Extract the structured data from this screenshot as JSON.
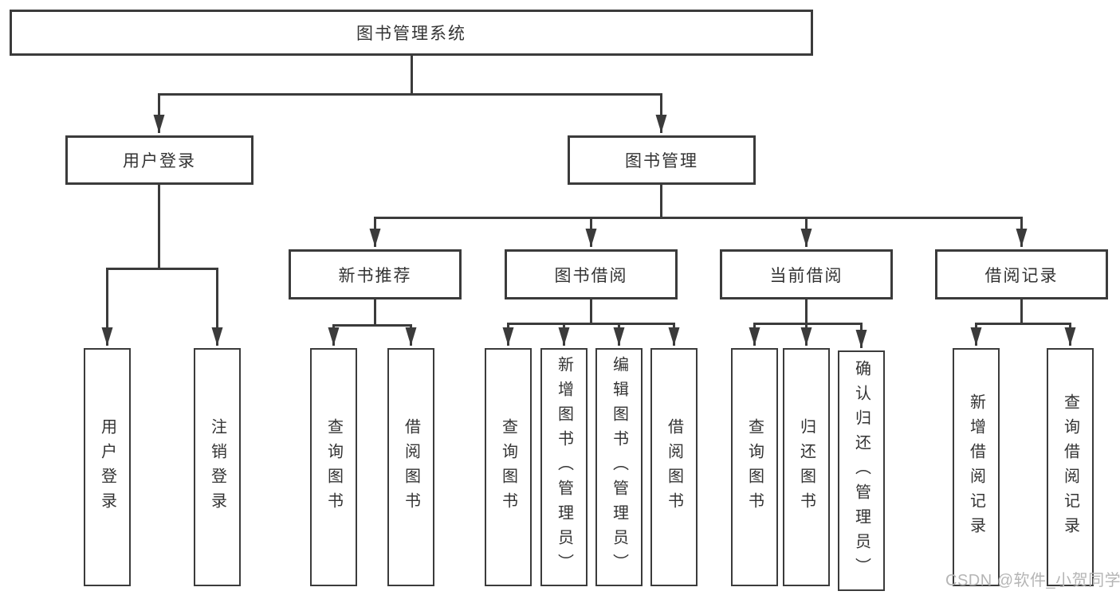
{
  "diagram_title": "图书管理系统",
  "watermark": "CSDN @软件_小贺同学",
  "colors": {
    "line": "#3b3b3b",
    "box_border": "#3b3b3b",
    "box_background": "#ffffff",
    "text": "#333333",
    "watermark": "#b5b5b5"
  },
  "tree": {
    "root": {
      "label": "图书管理系统"
    },
    "branches": [
      {
        "label": "用户登录",
        "children": [
          {
            "label": "用户登录"
          },
          {
            "label": "注销登录"
          }
        ]
      },
      {
        "label": "图书管理",
        "children": [
          {
            "label": "新书推荐",
            "children": [
              {
                "label": "查询图书"
              },
              {
                "label": "借阅图书"
              }
            ]
          },
          {
            "label": "图书借阅",
            "children": [
              {
                "label": "查询图书"
              },
              {
                "label": "新增图书（管理员）"
              },
              {
                "label": "编辑图书（管理员）"
              },
              {
                "label": "借阅图书"
              }
            ]
          },
          {
            "label": "当前借阅",
            "children": [
              {
                "label": "查询图书"
              },
              {
                "label": "归还图书"
              },
              {
                "label": "确认归还（管理员）"
              }
            ]
          },
          {
            "label": "借阅记录",
            "children": [
              {
                "label": "新增借阅记录"
              },
              {
                "label": "查询借阅记录"
              }
            ]
          }
        ]
      }
    ]
  }
}
